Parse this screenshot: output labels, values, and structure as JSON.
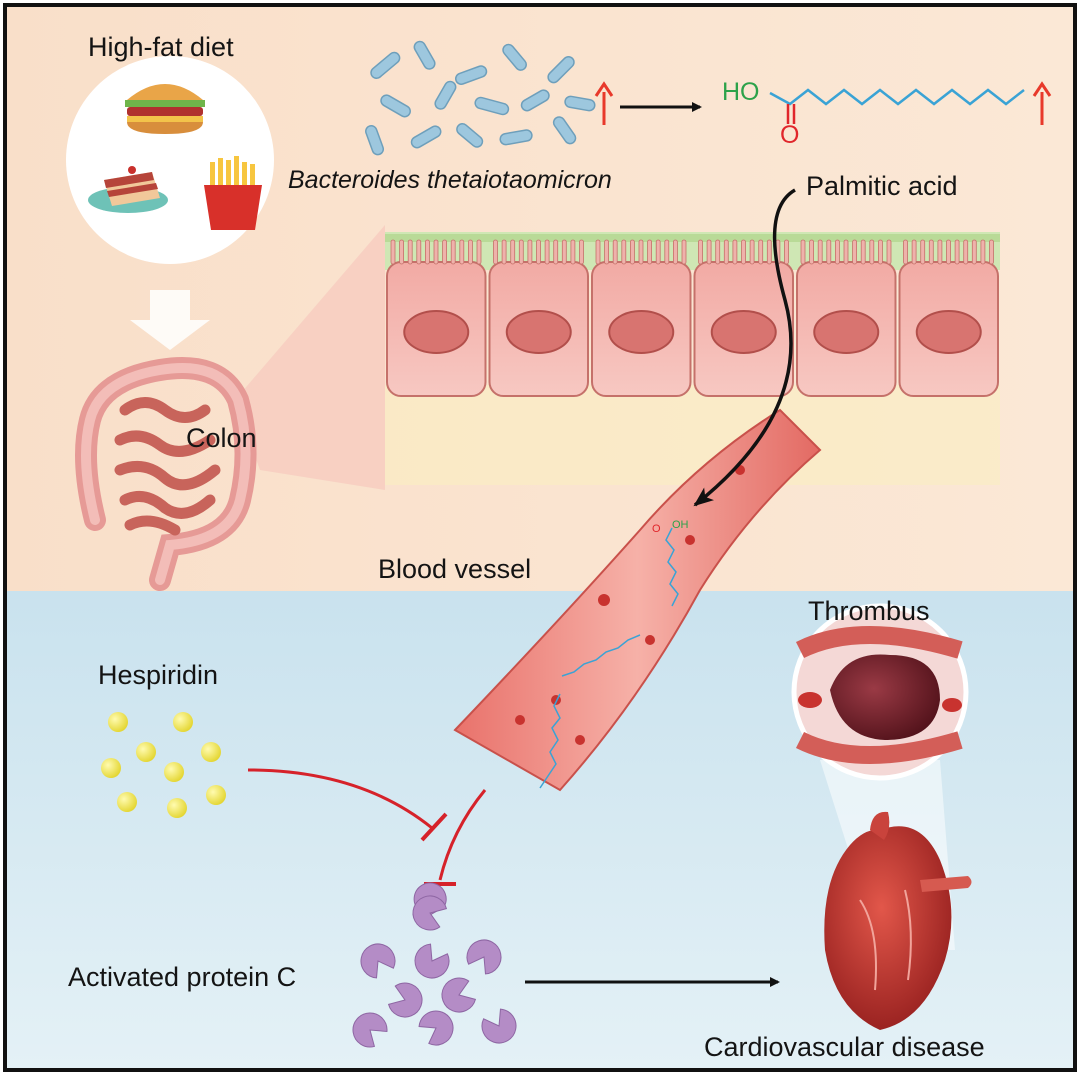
{
  "labels": {
    "high_fat_diet": "High-fat diet",
    "bacteria": "Bacteroides thetaiotaomicron",
    "palmitic_acid": "Palmitic acid",
    "colon": "Colon",
    "blood_vessel": "Blood vessel",
    "thrombus": "Thrombus",
    "hespiridin": "Hespiridin",
    "activated_protein_c": "Activated protein C",
    "cardiovascular_disease": "Cardiovascular disease"
  },
  "molecule": {
    "hydroxyl": "HO",
    "carbonyl_oxygen": "O",
    "mini_oxygen": "O",
    "mini_hydroxyl": "OH"
  },
  "colors": {
    "top_panel": "#fbe3cf",
    "bottom_panel": "#d3e8f1",
    "up_arrow": "#e8392b",
    "inhibition": "#d6222a",
    "cell_fill": "#f3b2ad",
    "nucleus": "#d87470",
    "vessel": "#e97a73",
    "hespiridin": "#ebe23f",
    "protein_c": "#b48cc6",
    "chain_line": "#3aa3d5",
    "hydroxyl_green": "#2ca24a",
    "oxygen_red": "#e0262b"
  }
}
